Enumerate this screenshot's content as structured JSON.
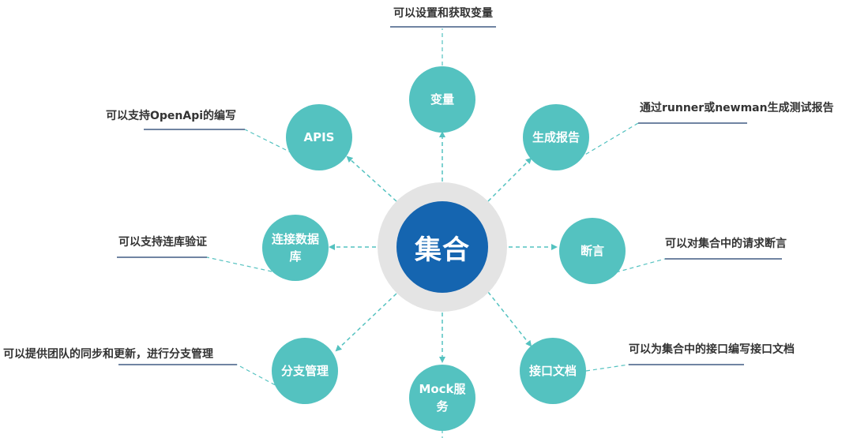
{
  "colors": {
    "hub": "#1565b0",
    "hub_ring": "#e4e4e4",
    "node": "#54c2c0",
    "line": "#54c2c0",
    "underline": "#1a3a6b",
    "text": "#333333"
  },
  "center": {
    "label": "集合"
  },
  "nodes": [
    {
      "id": "vars",
      "label": "变量",
      "desc": "可以设置和获取变量"
    },
    {
      "id": "report",
      "label": "生成报告",
      "desc": "通过runner或newman生成测试报告"
    },
    {
      "id": "assert",
      "label": "断言",
      "desc": "可以对集合中的请求断言"
    },
    {
      "id": "docs",
      "label": "接口文档",
      "desc": "可以为集合中的接口编写接口文档"
    },
    {
      "id": "mock",
      "label": "Mock服务",
      "desc": ""
    },
    {
      "id": "branch",
      "label": "分支管理",
      "desc": "可以提供团队的同步和更新，进行分支管理"
    },
    {
      "id": "db",
      "label": "连接数据库",
      "desc": "可以支持连库验证"
    },
    {
      "id": "apis",
      "label": "APIS",
      "desc": "可以支持OpenApi的编写"
    }
  ]
}
